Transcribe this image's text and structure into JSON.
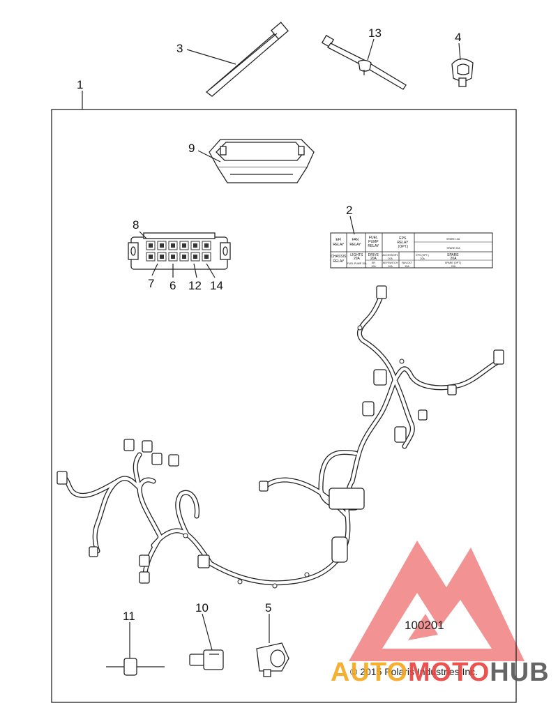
{
  "diagram": {
    "callouts": {
      "c1": "1",
      "c2": "2",
      "c3": "3",
      "c4": "4",
      "c5": "5",
      "c6": "6",
      "c7": "7",
      "c8": "8",
      "c9": "9",
      "c10": "10",
      "c11": "11",
      "c12": "12",
      "c13": "13",
      "c14": "14"
    },
    "drawing_number": "100201",
    "copyright": "© 2015 Polaris Industries Inc."
  },
  "fuse_label": {
    "row1": {
      "efi_relay": [
        "EFI",
        "RELAY"
      ],
      "fan_relay": [
        "FAN",
        "RELAY"
      ],
      "fuel_pump_relay": [
        "FUEL",
        "PUMP",
        "RELAY"
      ],
      "eps_relay": [
        "EPS",
        "RELAY",
        "(OPT.)"
      ],
      "spare_top": [
        "SPARE 10A",
        "SPARE 20A"
      ]
    },
    "row2": {
      "chassis_relay": [
        "CHASSIS",
        "RELAY"
      ],
      "lights": [
        "LIGHTS",
        "20A"
      ],
      "drive": [
        "DRIVE",
        "20A"
      ],
      "accessory": [
        "ACCESSORY",
        "20A"
      ],
      "eps": [
        "EPS (OPT.)",
        "20A"
      ],
      "spare_20a": [
        "SPARE",
        "20A"
      ]
    },
    "row3": {
      "fuel_pump": "FUEL PUMP 10A",
      "efi": [
        "EFI",
        "10A"
      ],
      "keyswitch": [
        "KEYSWITCH",
        "10A"
      ],
      "fan_ckt": [
        "FAN CKT",
        "15A"
      ],
      "spare_opt": [
        "SPARE (OPT.)",
        "20A"
      ]
    }
  },
  "watermark": {
    "brand_part1": "AUTO",
    "brand_part2": "MOTO",
    "brand_part3": "HUB",
    "colors": {
      "logo": "#f08080",
      "auto": "#f4a81d",
      "moto": "#e8413c",
      "hub": "#555555"
    }
  }
}
